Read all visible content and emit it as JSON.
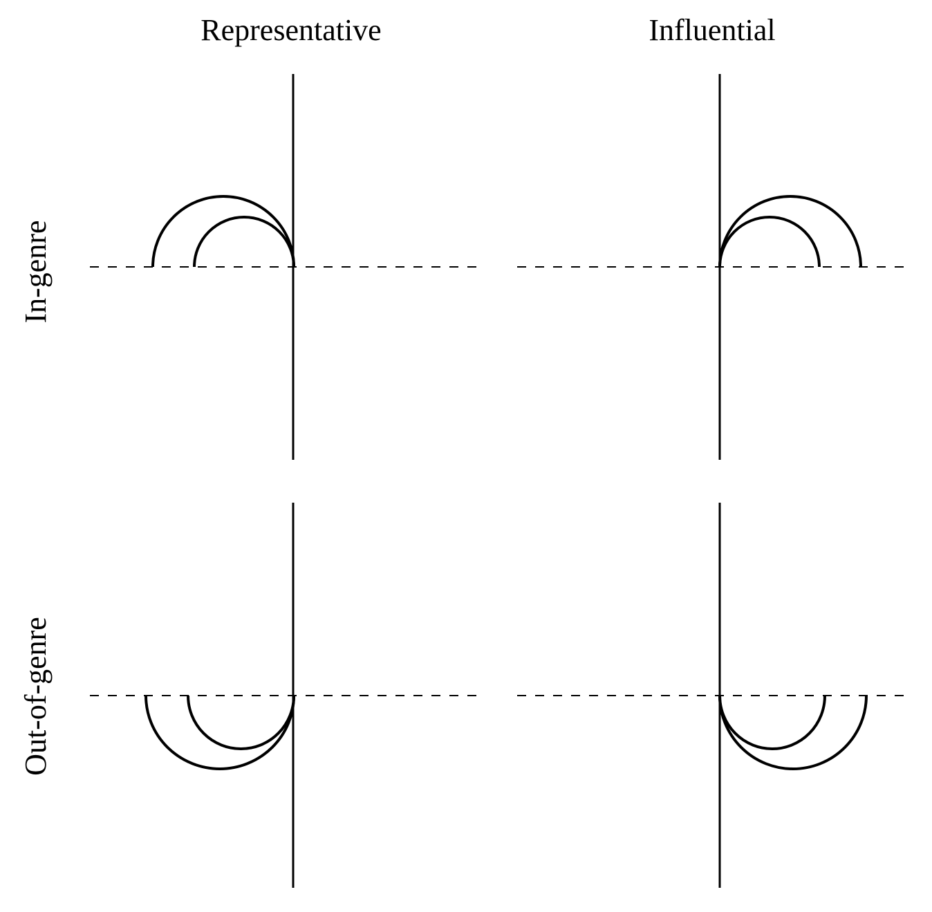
{
  "columns": [
    {
      "label": "Representative"
    },
    {
      "label": "Influential"
    }
  ],
  "rows": [
    {
      "label": "In-genre"
    },
    {
      "label": "Out-of-genre"
    }
  ],
  "panels": [
    {
      "id": "in-genre-representative",
      "row": 0,
      "col": 0,
      "arc_direction": "up",
      "arc_side": "left"
    },
    {
      "id": "in-genre-influential",
      "row": 0,
      "col": 1,
      "arc_direction": "up",
      "arc_side": "right"
    },
    {
      "id": "out-of-genre-representative",
      "row": 1,
      "col": 0,
      "arc_direction": "down",
      "arc_side": "left"
    },
    {
      "id": "out-of-genre-influential",
      "row": 1,
      "col": 1,
      "arc_direction": "down",
      "arc_side": "right"
    }
  ],
  "colors": {
    "stroke": "#000000",
    "background": "#ffffff"
  }
}
